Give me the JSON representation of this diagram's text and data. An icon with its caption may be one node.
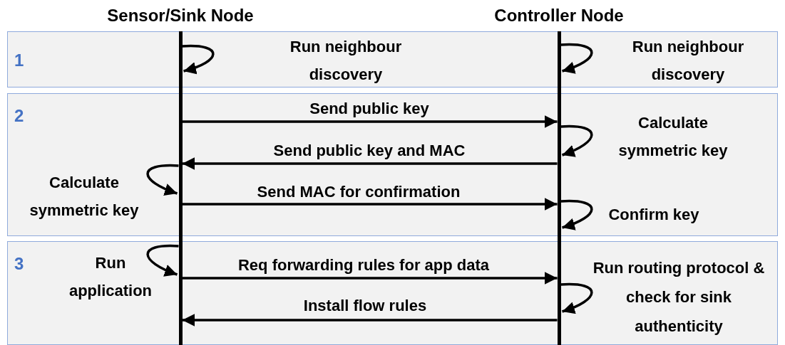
{
  "diagram": {
    "nodes": [
      {
        "text": [
          "Sensor/Sink Node"
        ]
      },
      {
        "text": [
          "Controller Node"
        ]
      }
    ],
    "labels": [
      "1",
      "2",
      "3"
    ],
    "edges": [
      {
        "from": 0,
        "to": 0,
        "arrow": "to",
        "label": "Run neighbour discovery"
      },
      {
        "from": 1,
        "to": 1,
        "arrow": "to",
        "label": "Run neighbour discovery"
      },
      {
        "from": 0,
        "to": 1,
        "arrow": "to",
        "label": "Send public key"
      },
      {
        "from": 1,
        "to": 1,
        "arrow": "to",
        "label": "Calculate symmetric key"
      },
      {
        "from": 1,
        "to": 0,
        "arrow": "to",
        "label": "Send public key and MAC"
      },
      {
        "from": 0,
        "to": 0,
        "arrow": "to",
        "label": "Calculate symmetric key"
      },
      {
        "from": 0,
        "to": 1,
        "arrow": "to",
        "label": "Send MAC for confirmation"
      },
      {
        "from": 1,
        "to": 1,
        "arrow": "to",
        "label": "Confirm key"
      },
      {
        "from": 0,
        "to": 0,
        "arrow": "to",
        "label": "Run application"
      },
      {
        "from": 0,
        "to": 1,
        "arrow": "to",
        "label": "Req forwarding rules for app data"
      },
      {
        "from": 1,
        "to": 1,
        "arrow": "to",
        "label": "Run routing protocol & check for sink authenticity"
      },
      {
        "from": 1,
        "to": 0,
        "arrow": "to",
        "label": "Install flow rules"
      }
    ]
  }
}
